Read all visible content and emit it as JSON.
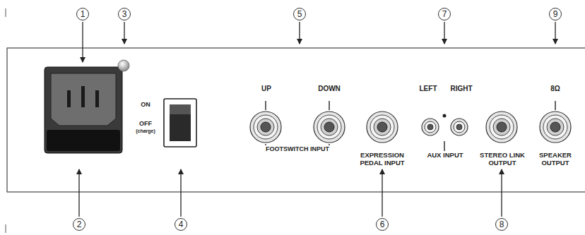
{
  "diagram": {
    "nodes": [
      {
        "text": [
          "1"
        ]
      },
      {
        "text": [
          "3"
        ]
      },
      {
        "text": [
          "5"
        ]
      },
      {
        "text": [
          "7"
        ]
      },
      {
        "text": [
          "9"
        ]
      },
      {
        "text": [
          "2"
        ]
      },
      {
        "text": [
          "4"
        ]
      },
      {
        "text": [
          "6"
        ]
      },
      {
        "text": [
          "8"
        ]
      }
    ],
    "labels": [
      "ON",
      "OFF",
      "(charge)",
      "UP",
      "DOWN",
      "FOOTSWITCH INPUT",
      "EXPRESSION PEDAL INPUT",
      "LEFT",
      "RIGHT",
      "AUX INPUT",
      "STEREO LINK OUTPUT",
      "8Ω",
      "SPEAKER OUTPUT"
    ]
  }
}
